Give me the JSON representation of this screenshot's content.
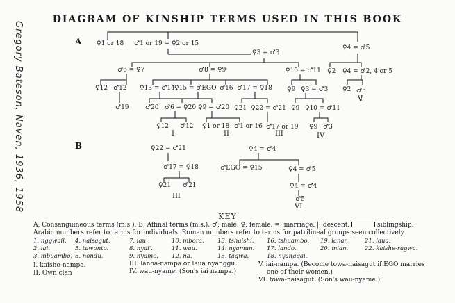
{
  "title": "DIAGRAM OF KINSHIP TERMS USED IN THIS BOOK",
  "handwritten_note": "Gregory Bateson, Naven, 1936, 1958",
  "section_a": "A",
  "section_b": "B",
  "nodes_a": {
    "top_left": "♀1 or 18",
    "top_mid": "♂1 or 19 = ♀2 or 15",
    "top_right": "♀4 = ♂5",
    "r2_mid": "♀3 = ♂3",
    "r3_a": "♂6 = ♀7",
    "r3_b": "♂8 = ♀9",
    "r3_c": "♀10 = ♂11",
    "r3_d": "♀2",
    "r3_e": "♀4 = ♂2, 4 or 5",
    "r4_a": "♀12",
    "r4_b": "♂12",
    "r4_c": "♀13 = ♂14",
    "r4_d": "♀15 = ♂EGO",
    "r4_e": "♂16",
    "r4_f": "♂17 = ♀18",
    "r4_g": "♀9",
    "r4_h": "♀3 = ♂3",
    "r4_i": "♀2",
    "r4_j": "♂5",
    "r4_v": "V",
    "r5_a": "♂19",
    "r5_b": "♂20",
    "r5_c": "♂6 = ♀20",
    "r5_d": "♀9 = ♂20",
    "r5_e": "♀21",
    "r5_f": "♀22 = ♂21",
    "r5_g": "♀9",
    "r5_h": "♀10 = ♂11",
    "r6_a": "♀12",
    "r6_b": "♂12",
    "r6_c": "♀1 or 18",
    "r6_d": "♂1 or 16",
    "r6_e": "♂17 or 19",
    "r6_f": "♀9",
    "r6_g": "♂3",
    "roman_i": "I",
    "roman_ii": "II",
    "roman_iii": "III",
    "roman_iv": "IV"
  },
  "nodes_b": {
    "b1": "♀22 = ♂21",
    "b2": "♀4 = ♂4",
    "b3": "♂17 = ♀18",
    "b4": "♂EGO = ♀15",
    "b5": "♀4 = ♂5",
    "b6": "♀21",
    "b7": "♂21",
    "b8": "♀4 = ♂4",
    "b9": "♂5",
    "roman_iii": "III",
    "roman_vi": "VI"
  },
  "key": {
    "title": "KEY",
    "line1": "A, Consanguineous terms (m.s.). B, Affinal terms (m.s.). ♂, male. ♀, female. =, marriage. |, descent.",
    "siblingship": "siblingship.",
    "line2": "Arabic numbers refer to terms for individuals. Roman numbers refer to terms for patrilineal groups seen collectively.",
    "terms": [
      "1. nggwail.",
      "2. iai.",
      "3. mbuambo.",
      "4. naisagut.",
      "5. tawonto.",
      "6. nondu.",
      "7. iau.",
      "8. nyai'.",
      "9. nyame.",
      "10. mbora.",
      "11. wau.",
      "12. na.",
      "13. tshaishi.",
      "14. nyamun.",
      "15. tagwa.",
      "16. tshuambo.",
      "17. lando.",
      "18. nyanggai.",
      "19. ianan.",
      "20. mian.",
      "21. laua.",
      "22. kaishe-ragwa."
    ],
    "groups_left": [
      "I. kaishe-nampa.",
      "II. Own clan"
    ],
    "groups_mid": [
      "III. lanoa-nampa or laua nyanggu.",
      "IV. wau-nyame. (Son's iai nampa.)"
    ],
    "groups_right": [
      "V. iai-nampa. (Become towa-naisagut if EGO marries",
      "one of their women.)",
      "VI. towa-naisagut. (Son's wau-nyame.)"
    ]
  }
}
